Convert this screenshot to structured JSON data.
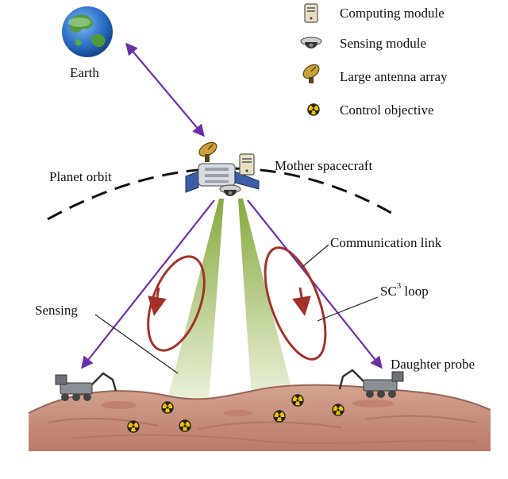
{
  "legend": {
    "computing": "Computing module",
    "sensing": "Sensing module",
    "antenna": "Large antenna array",
    "control": "Control objective"
  },
  "labels": {
    "earth": "Earth",
    "planet_orbit": "Planet orbit",
    "mother_spacecraft": "Mother spacecraft",
    "communication_link": "Communication link",
    "sc3_loop_base": "SC",
    "sc3_loop_sup": "3",
    "sc3_loop_tail": " loop",
    "sensing": "Sensing",
    "daughter_probe": "Daughter probe"
  },
  "colors": {
    "link": "#6a2fa8",
    "loop": "#a3322b",
    "beam": "#8fb34a",
    "ground": "#c98e7a",
    "ground_dark": "#9a6457",
    "hazard": "#f2c200",
    "earth_ocean": "#2c6fc9",
    "earth_land": "#4f9a3a"
  }
}
